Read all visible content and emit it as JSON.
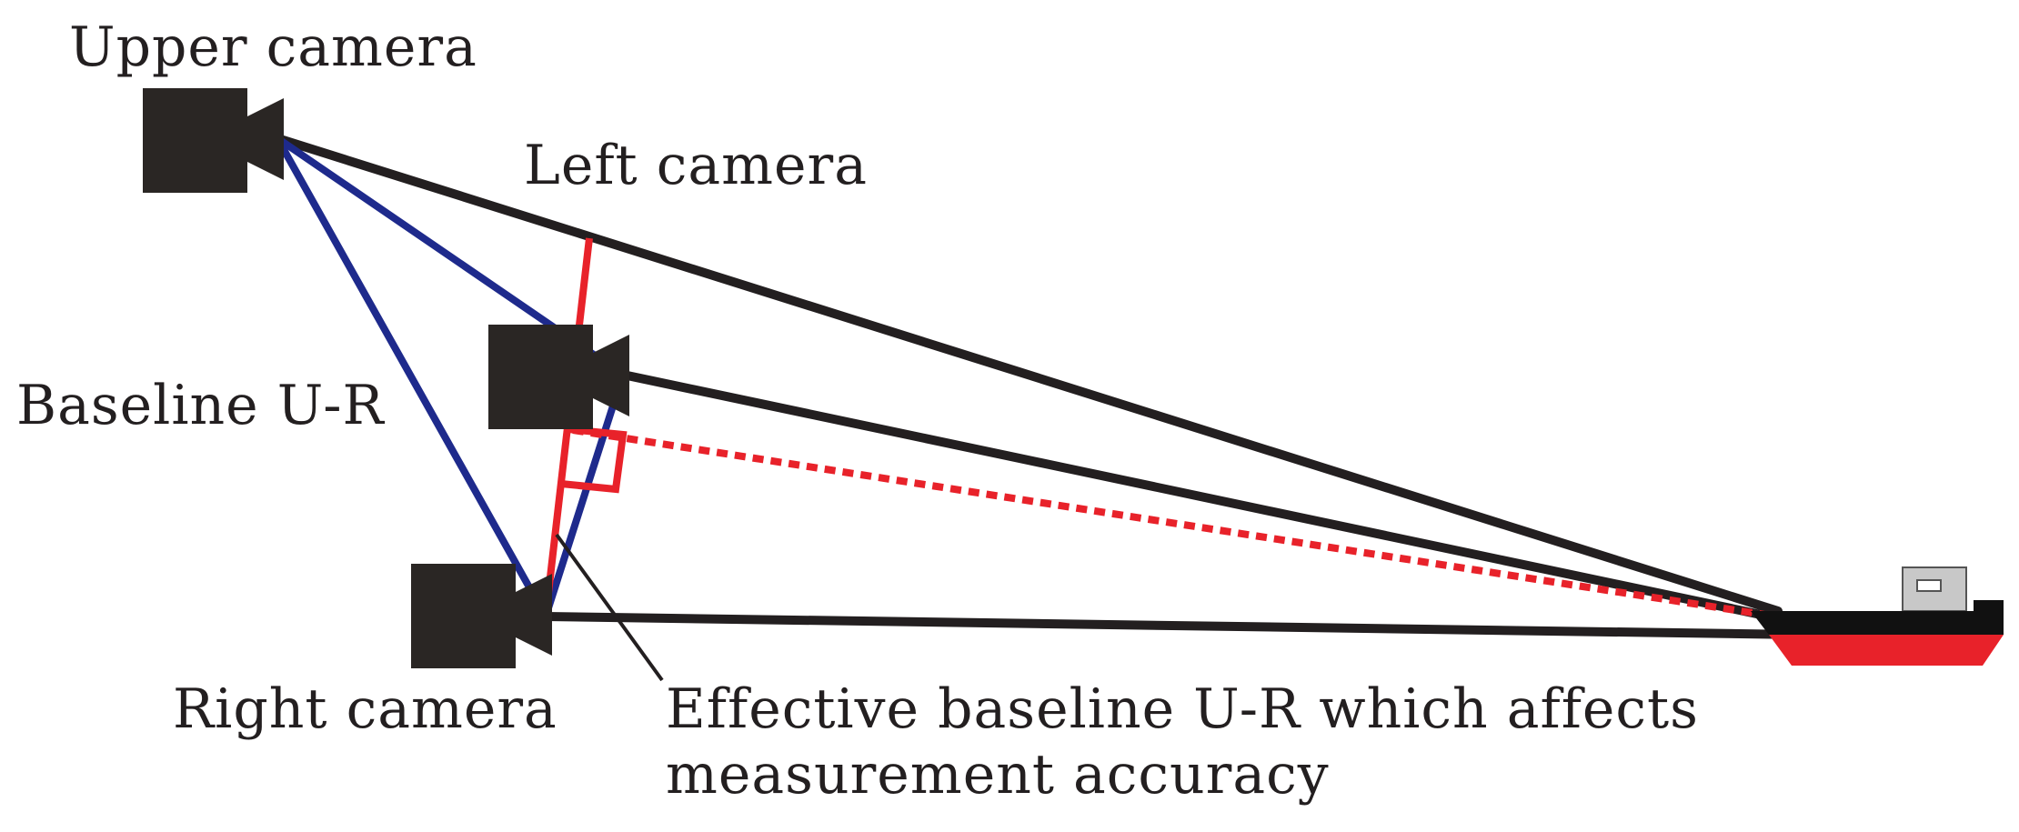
{
  "labels": {
    "upper_camera": "Upper camera",
    "left_camera": "Left camera",
    "baseline": "Baseline U-R",
    "right_camera": "Right camera",
    "effective_line1": "Effective baseline U-R which affects",
    "effective_line2": "measurement accuracy"
  },
  "colors": {
    "sight_line": "#231f20",
    "camera_body": "#2a2624",
    "baseline_blue": "#1e2a8c",
    "effective_red": "#e8222a",
    "ship_hull_black": "#111111",
    "ship_hull_red": "#e8222a",
    "ship_cabin": "#c8c8c8"
  },
  "icons": {
    "upper": "video-camera-icon",
    "left": "video-camera-icon",
    "right": "video-camera-icon",
    "target": "ship-icon"
  }
}
